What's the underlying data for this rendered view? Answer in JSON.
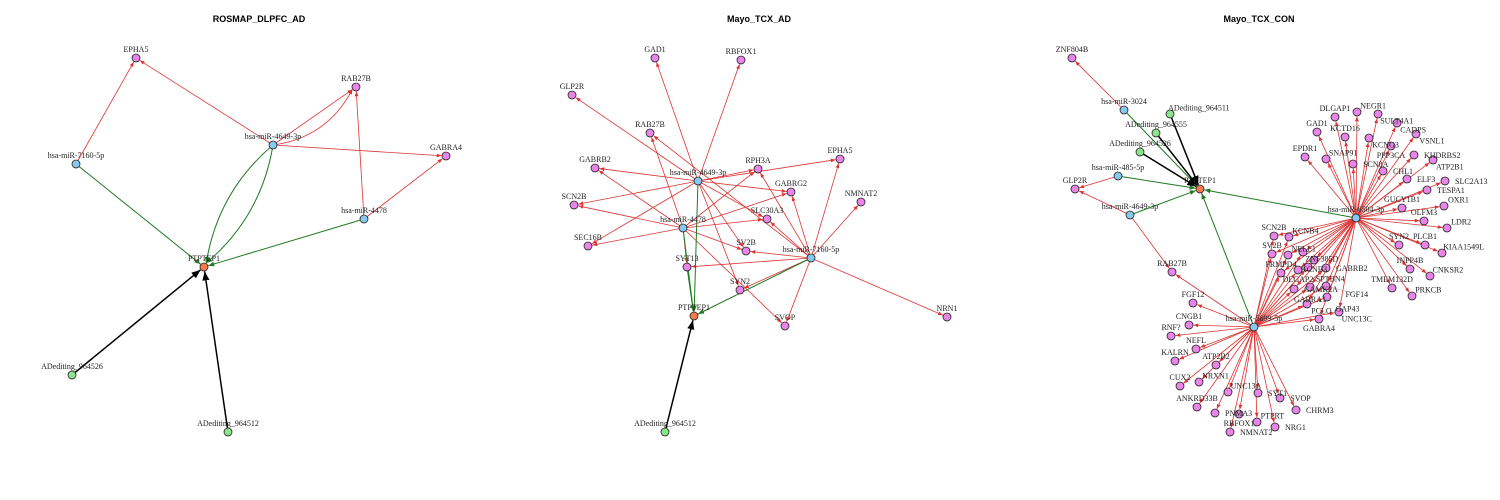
{
  "colors": {
    "mirna": "#87c8ef",
    "gene": "#e985e8",
    "editing": "#8ee38e",
    "target": "#f47c4c",
    "edge_r": "#dd3333",
    "edge_g": "#1e7a1e",
    "edge_k": "#000000"
  },
  "panels": [
    {
      "title": "ROSMAP_DLPFC_AD",
      "nodes": [
        [
          "EPHA5",
          "gene"
        ],
        [
          "RAB27B",
          "gene"
        ],
        [
          "hsa-miR-4649-3p",
          "mirna"
        ],
        [
          "GABRA4",
          "gene"
        ],
        [
          "hsa-miR-7160-5p",
          "mirna"
        ],
        [
          "hsa-miR-4478",
          "mirna"
        ],
        [
          "PTPTEP1",
          "target"
        ],
        [
          "ADediting_964526",
          "editing"
        ],
        [
          "ADediting_964512",
          "editing"
        ]
      ],
      "edges": [
        [
          "hsa-miR-7160-5p",
          "EPHA5",
          "r"
        ],
        [
          "hsa-miR-4649-3p",
          "EPHA5",
          "r"
        ],
        [
          "hsa-miR-4649-3p",
          "RAB27B",
          "r"
        ],
        [
          "hsa-miR-4649-3p",
          "RAB27B",
          "r"
        ],
        [
          "hsa-miR-4649-3p",
          "GABRA4",
          "r"
        ],
        [
          "hsa-miR-4478",
          "RAB27B",
          "r"
        ],
        [
          "hsa-miR-4478",
          "GABRA4",
          "r"
        ],
        [
          "hsa-miR-7160-5p",
          "PTPTEP1",
          "g"
        ],
        [
          "hsa-miR-4649-3p",
          "PTPTEP1",
          "g"
        ],
        [
          "hsa-miR-4649-3p",
          "PTPTEP1",
          "g"
        ],
        [
          "hsa-miR-4478",
          "PTPTEP1",
          "g"
        ],
        [
          "ADediting_964526",
          "PTPTEP1",
          "k"
        ],
        [
          "ADediting_964512",
          "PTPTEP1",
          "k"
        ]
      ]
    },
    {
      "title": "Mayo_TCX_AD",
      "nodes": [
        [
          "GAD1",
          "gene"
        ],
        [
          "RBFOX1",
          "gene"
        ],
        [
          "GLP2R",
          "gene"
        ],
        [
          "RAB27B",
          "gene"
        ],
        [
          "GABRB2",
          "gene"
        ],
        [
          "hsa-miR-4649-3p",
          "mirna"
        ],
        [
          "RPH3A",
          "gene"
        ],
        [
          "EPHA5",
          "gene"
        ],
        [
          "GABRG2",
          "gene"
        ],
        [
          "NMNAT2",
          "gene"
        ],
        [
          "SCN2B",
          "gene"
        ],
        [
          "SLC30A3",
          "gene"
        ],
        [
          "hsa-miR-4478",
          "mirna"
        ],
        [
          "SEC16B",
          "gene"
        ],
        [
          "SV2B",
          "gene"
        ],
        [
          "hsa-miR-7160-5p",
          "mirna"
        ],
        [
          "SYT13",
          "gene"
        ],
        [
          "SYN2",
          "gene"
        ],
        [
          "PTPTEP1",
          "target"
        ],
        [
          "SVOP",
          "gene"
        ],
        [
          "NRN1",
          "gene"
        ],
        [
          "ADediting_964512",
          "editing"
        ]
      ],
      "edges": [
        [
          "hsa-miR-4649-3p",
          "GAD1",
          "r"
        ],
        [
          "hsa-miR-4649-3p",
          "RBFOX1",
          "r"
        ],
        [
          "hsa-miR-4649-3p",
          "GLP2R",
          "r"
        ],
        [
          "hsa-miR-4649-3p",
          "GABRB2",
          "r"
        ],
        [
          "hsa-miR-4649-3p",
          "RPH3A",
          "r"
        ],
        [
          "hsa-miR-4649-3p",
          "GABRG2",
          "r"
        ],
        [
          "hsa-miR-4649-3p",
          "SCN2B",
          "r"
        ],
        [
          "hsa-miR-4649-3p",
          "SEC16B",
          "r"
        ],
        [
          "hsa-miR-4649-3p",
          "SV2B",
          "r"
        ],
        [
          "hsa-miR-4649-3p",
          "SYN2",
          "r"
        ],
        [
          "hsa-miR-4649-3p",
          "SLC30A3",
          "r"
        ],
        [
          "hsa-miR-4649-3p",
          "EPHA5",
          "r"
        ],
        [
          "hsa-miR-4478",
          "RAB27B",
          "r"
        ],
        [
          "hsa-miR-4478",
          "SCN2B",
          "r"
        ],
        [
          "hsa-miR-4478",
          "SEC16B",
          "r"
        ],
        [
          "hsa-miR-4478",
          "RPH3A",
          "r"
        ],
        [
          "hsa-miR-4478",
          "GABRG2",
          "r"
        ],
        [
          "hsa-miR-4478",
          "SLC30A3",
          "r"
        ],
        [
          "hsa-miR-4478",
          "SV2B",
          "r"
        ],
        [
          "hsa-miR-4478",
          "SYT13",
          "r"
        ],
        [
          "hsa-miR-4478",
          "SVOP",
          "r"
        ],
        [
          "hsa-miR-4478",
          "GABRB2",
          "r"
        ],
        [
          "hsa-miR-7160-5p",
          "EPHA5",
          "r"
        ],
        [
          "hsa-miR-7160-5p",
          "NMNAT2",
          "r"
        ],
        [
          "hsa-miR-7160-5p",
          "RPH3A",
          "r"
        ],
        [
          "hsa-miR-7160-5p",
          "GABRG2",
          "r"
        ],
        [
          "hsa-miR-7160-5p",
          "SLC30A3",
          "r"
        ],
        [
          "hsa-miR-7160-5p",
          "SV2B",
          "r"
        ],
        [
          "hsa-miR-7160-5p",
          "SYT13",
          "r"
        ],
        [
          "hsa-miR-7160-5p",
          "SYN2",
          "r"
        ],
        [
          "hsa-miR-7160-5p",
          "SVOP",
          "r"
        ],
        [
          "hsa-miR-7160-5p",
          "NRN1",
          "r"
        ],
        [
          "hsa-miR-7160-5p",
          "RAB27B",
          "r"
        ],
        [
          "hsa-miR-4649-3p",
          "PTPTEP1",
          "g"
        ],
        [
          "hsa-miR-4478",
          "PTPTEP1",
          "g"
        ],
        [
          "hsa-miR-7160-5p",
          "PTPTEP1",
          "g"
        ],
        [
          "SYT13",
          "PTPTEP1",
          "g"
        ],
        [
          "ADediting_964512",
          "PTPTEP1",
          "k"
        ]
      ]
    },
    {
      "title": "Mayo_TCX_CON",
      "nodes": [
        [
          "ZNF804B",
          "gene"
        ],
        [
          "hsa-miR-3024",
          "mirna"
        ],
        [
          "ADediting_964511",
          "editing"
        ],
        [
          "ADediting_964555",
          "editing"
        ],
        [
          "ADediting_964526",
          "editing"
        ],
        [
          "hsa-miR-485-5p",
          "mirna"
        ],
        [
          "GLP2R",
          "gene"
        ],
        [
          "hsa-miR-4649-3p",
          "mirna"
        ],
        [
          "PTPTEP1",
          "target"
        ],
        [
          "hsa-miR-6504-3p",
          "mirna"
        ],
        [
          "hsa-miR-5699-5p",
          "mirna"
        ],
        [
          "DLGAP1",
          "gene"
        ],
        [
          "NEGR1",
          "gene"
        ],
        [
          "SULT4A1",
          "gene"
        ],
        [
          "CADPS",
          "gene"
        ],
        [
          "GAD1",
          "gene"
        ],
        [
          "KCTD16",
          "gene"
        ],
        [
          "KCNG3",
          "gene"
        ],
        [
          "VSNL1",
          "gene"
        ],
        [
          "PPP3CA",
          "gene"
        ],
        [
          "EPDR1",
          "gene"
        ],
        [
          "SNAP91",
          "gene"
        ],
        [
          "SCN8A",
          "gene"
        ],
        [
          "KHDRBS2",
          "gene"
        ],
        [
          "ATP2B1",
          "gene"
        ],
        [
          "CHL1",
          "gene"
        ],
        [
          "ELF3",
          "gene"
        ],
        [
          "SLC2A13",
          "gene"
        ],
        [
          "TESPA1",
          "gene"
        ],
        [
          "GUCY1B1",
          "gene"
        ],
        [
          "OXR1",
          "gene"
        ],
        [
          "OLFM3",
          "gene"
        ],
        [
          "LDR2",
          "gene"
        ],
        [
          "SYN2",
          "gene"
        ],
        [
          "PLCB1",
          "gene"
        ],
        [
          "KIAA1549L",
          "gene"
        ],
        [
          "INPP4B",
          "gene"
        ],
        [
          "CNKSR2",
          "gene"
        ],
        [
          "TMEM132D",
          "gene"
        ],
        [
          "PRKCB",
          "gene"
        ],
        [
          "SCN2B",
          "gene"
        ],
        [
          "KCNB4",
          "gene"
        ],
        [
          "SV2B",
          "gene"
        ],
        [
          "NELL1",
          "gene"
        ],
        [
          "ZNF385D",
          "gene"
        ],
        [
          "KCNB3",
          "gene"
        ],
        [
          "FRMPD4",
          "gene"
        ],
        [
          "DLGAP2",
          "gene"
        ],
        [
          "SPTBN4",
          "gene"
        ],
        [
          "CAMK2A",
          "gene"
        ],
        [
          "GABRB2",
          "gene"
        ],
        [
          "GABRA1",
          "gene"
        ],
        [
          "FGF14",
          "gene"
        ],
        [
          "PCLO",
          "gene"
        ],
        [
          "GAP43",
          "gene"
        ],
        [
          "UNC13C",
          "gene"
        ],
        [
          "GABRA4",
          "gene"
        ],
        [
          "RAB27B",
          "gene"
        ],
        [
          "FGF12",
          "gene"
        ],
        [
          "CNGB1",
          "gene"
        ],
        [
          "RNF?",
          "gene"
        ],
        [
          "NEFL",
          "gene"
        ],
        [
          "KALRN",
          "gene"
        ],
        [
          "ATP2B2",
          "gene"
        ],
        [
          "CUX2",
          "gene"
        ],
        [
          "NRXN1",
          "gene"
        ],
        [
          "UNC13A",
          "gene"
        ],
        [
          "SYT1",
          "gene"
        ],
        [
          "SVOP",
          "gene"
        ],
        [
          "CHRM3",
          "gene"
        ],
        [
          "ANKRD33B",
          "gene"
        ],
        [
          "PNMA3",
          "gene"
        ],
        [
          "RBFOX1",
          "gene"
        ],
        [
          "PTPRT",
          "gene"
        ],
        [
          "NRG1",
          "gene"
        ],
        [
          "NMNAT2",
          "gene"
        ]
      ],
      "edges": [
        [
          "hsa-miR-3024",
          "ZNF804B",
          "r"
        ],
        [
          "hsa-miR-485-5p",
          "GLP2R",
          "r"
        ],
        [
          "hsa-miR-4649-3p",
          "GLP2R",
          "r"
        ],
        [
          "hsa-miR-4649-3p",
          "RAB27B",
          "r"
        ],
        [
          "hsa-miR-3024",
          "PTPTEP1",
          "g"
        ],
        [
          "hsa-miR-485-5p",
          "PTPTEP1",
          "g"
        ],
        [
          "hsa-miR-4649-3p",
          "PTPTEP1",
          "g"
        ],
        [
          "hsa-miR-6504-3p",
          "PTPTEP1",
          "g"
        ],
        [
          "hsa-miR-5699-5p",
          "PTPTEP1",
          "g"
        ],
        [
          "ADediting_964511",
          "PTPTEP1",
          "k"
        ],
        [
          "ADediting_964555",
          "PTPTEP1",
          "k"
        ],
        [
          "ADediting_964526",
          "PTPTEP1",
          "k"
        ]
      ],
      "hub_edges": {
        "hsa-miR-6504-3p": [
          "DLGAP1",
          "NEGR1",
          "SULT4A1",
          "CADPS",
          "GAD1",
          "KCTD16",
          "KCNG3",
          "VSNL1",
          "PPP3CA",
          "EPDR1",
          "SNAP91",
          "SCN8A",
          "KHDRBS2",
          "ATP2B1",
          "CHL1",
          "ELF3",
          "SLC2A13",
          "TESPA1",
          "GUCY1B1",
          "OXR1",
          "OLFM3",
          "LDR2",
          "SYN2",
          "PLCB1",
          "KIAA1549L",
          "INPP4B",
          "CNKSR2",
          "TMEM132D",
          "PRKCB",
          "SCN2B",
          "KCNB4",
          "SV2B",
          "NELL1",
          "ZNF385D",
          "KCNB3",
          "FRMPD4",
          "DLGAP2",
          "SPTBN4",
          "CAMK2A",
          "GABRB2",
          "GABRA1",
          "FGF14",
          "PCLO",
          "GAP43",
          "UNC13C",
          "GABRA4"
        ],
        "hsa-miR-5699-5p": [
          "SCN2B",
          "KCNB4",
          "SV2B",
          "NELL1",
          "ZNF385D",
          "KCNB3",
          "FRMPD4",
          "DLGAP2",
          "SPTBN4",
          "CAMK2A",
          "GABRB2",
          "GABRA1",
          "FGF14",
          "PCLO",
          "GAP43",
          "UNC13C",
          "GABRA4",
          "RAB27B",
          "FGF12",
          "CNGB1",
          "RNF?",
          "NEFL",
          "KALRN",
          "ATP2B2",
          "CUX2",
          "NRXN1",
          "UNC13A",
          "SYT1",
          "SVOP",
          "CHRM3",
          "ANKRD33B",
          "PNMA3",
          "RBFOX1",
          "PTPRT",
          "NRG1",
          "NMNAT2"
        ]
      }
    }
  ]
}
